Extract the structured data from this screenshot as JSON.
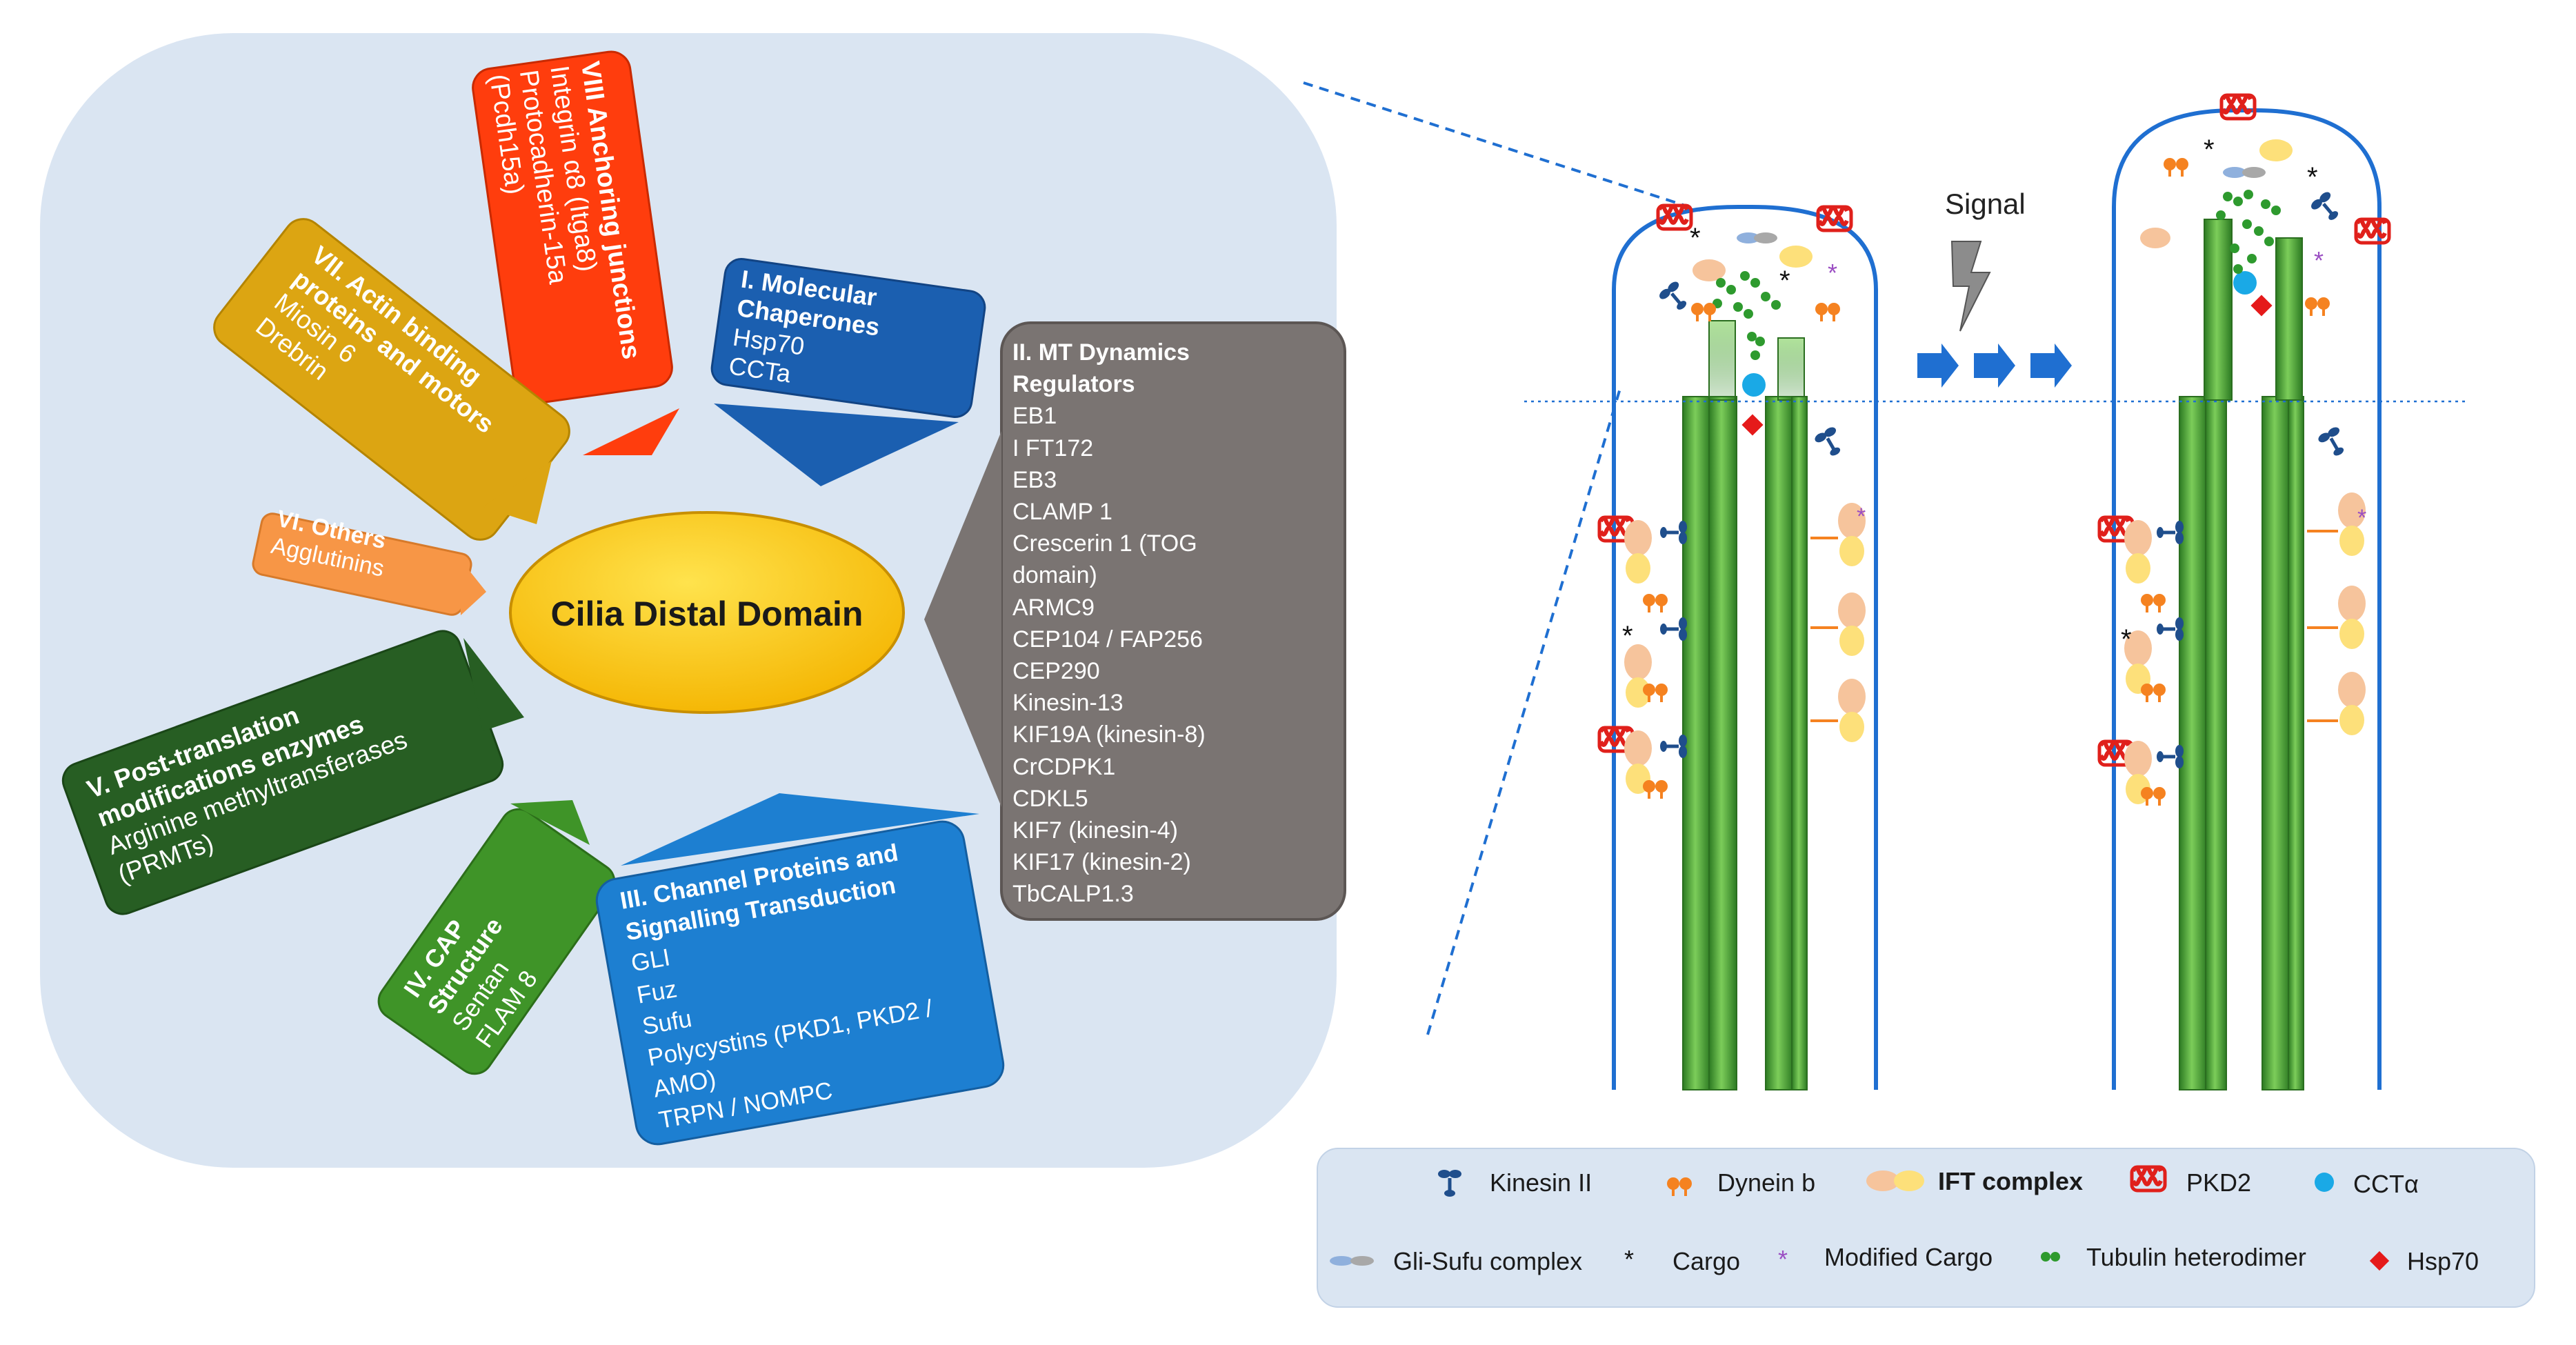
{
  "center": {
    "label": "Cilia Distal Domain"
  },
  "categories": {
    "viii": {
      "title": "VIII Anchoring junctions",
      "items": [
        "Integrin α8 (Itga8)",
        "Protocadherin-15a",
        "(Pcdh15a)"
      ],
      "color": "#ff3d0d"
    },
    "vii": {
      "title_lines": [
        "VII. Actin binding",
        "proteins and motors"
      ],
      "items": [
        "Miosin 6",
        "Drebrin"
      ],
      "color": "#dca512"
    },
    "vi": {
      "title": "VI. Others",
      "items": [
        "Agglutinins"
      ],
      "color": "#f79646"
    },
    "v": {
      "title_lines": [
        "V. Post-translation",
        "modifications enzymes"
      ],
      "items": [
        "Arginine methyltransferases",
        "(PRMTs)"
      ],
      "color": "#275e23"
    },
    "iv": {
      "title_lines": [
        "IV. CAP",
        "Structure"
      ],
      "items": [
        "Sentan",
        "FLAM 8"
      ],
      "color": "#3f9428"
    },
    "iii": {
      "title_lines": [
        "III. Channel Proteins and",
        "Signalling Transduction"
      ],
      "items": [
        "GLI",
        "Fuz",
        "Sufu",
        "Polycystins (PKD1, PKD2 /",
        "AMO)",
        "TRPN / NOMPC"
      ],
      "color": "#1d7fd1"
    },
    "i": {
      "title_lines": [
        "I. Molecular",
        "Chaperones"
      ],
      "items": [
        "Hsp70",
        "CCTa"
      ],
      "color": "#1b5fb0"
    },
    "ii": {
      "title_lines": [
        "II. MT Dynamics",
        "Regulators"
      ],
      "items": [
        "EB1",
        "I FT172",
        "EB3",
        "CLAMP 1",
        "Crescerin 1 (TOG",
        "domain)",
        "ARMC9",
        "CEP104 / FAP256",
        "CEP290",
        "Kinesin-13",
        "KIF19A (kinesin-8)",
        "CrCDPK1",
        "CDKL5",
        "KIF7 (kinesin-4)",
        "KIF17 (kinesin-2)",
        "TbCALP1.3"
      ],
      "color": "#7a7472"
    }
  },
  "signal_label": "Signal",
  "legend": [
    {
      "label": "Kinesin II",
      "icon": "kinesin-ii-icon"
    },
    {
      "label": "Dynein b",
      "icon": "dynein-b-icon"
    },
    {
      "label": "IFT complex",
      "icon": "ift-complex-icon"
    },
    {
      "label": "PKD2",
      "icon": "pkd2-icon"
    },
    {
      "label": "CCTα",
      "icon": "cct-alpha-icon"
    },
    {
      "label": "Gli-Sufu complex",
      "icon": "gli-sufu-icon"
    },
    {
      "label": "Cargo",
      "icon": "cargo-icon"
    },
    {
      "label": "Modified Cargo",
      "icon": "modified-cargo-icon"
    },
    {
      "label": "Tubulin heterodimer",
      "icon": "tubulin-heterodimer-icon"
    },
    {
      "label": "Hsp70",
      "icon": "hsp70-icon"
    }
  ],
  "colors": {
    "panel_bg": "#dae5f2",
    "membrane": "#1f6fd1",
    "microtubule": "#3f9a2e",
    "ellipse": "#ffd21a",
    "ift": "#f6c49c",
    "pkd2": "#e0201b",
    "cct": "#1aa9e6",
    "hsp70": "#e51a1a",
    "dynein": "#f58220",
    "kinesin": "#1f4e8c"
  }
}
